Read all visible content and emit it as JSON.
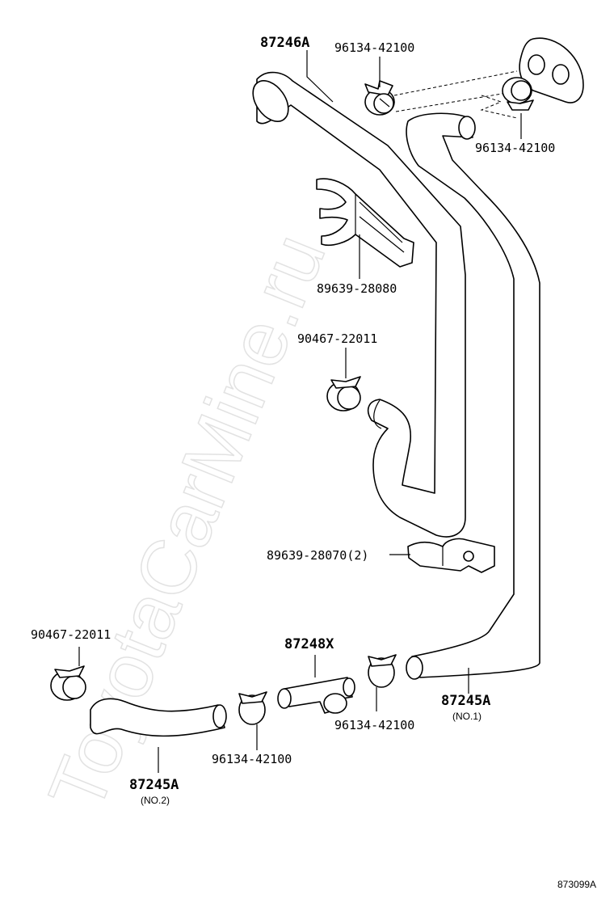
{
  "watermark": "ToyotaCarMine.ru",
  "diagram_code": "873099A",
  "labels": {
    "hose_87246A": "87246A",
    "clip_top_left": "96134-42100",
    "clip_top_right": "96134-42100",
    "bracket_top": "89639-28080",
    "clamp_mid": "90467-22011",
    "bracket_low": "89639-28070(2)",
    "clamp_left": "90467-22011",
    "joint_87248X": "87248X",
    "clip_bottom_right": "96134-42100",
    "clip_bottom_left": "96134-42100",
    "hose_no1": "87245A",
    "hose_no1_sub": "(NO.1)",
    "hose_no2": "87245A",
    "hose_no2_sub": "(NO.2)"
  }
}
